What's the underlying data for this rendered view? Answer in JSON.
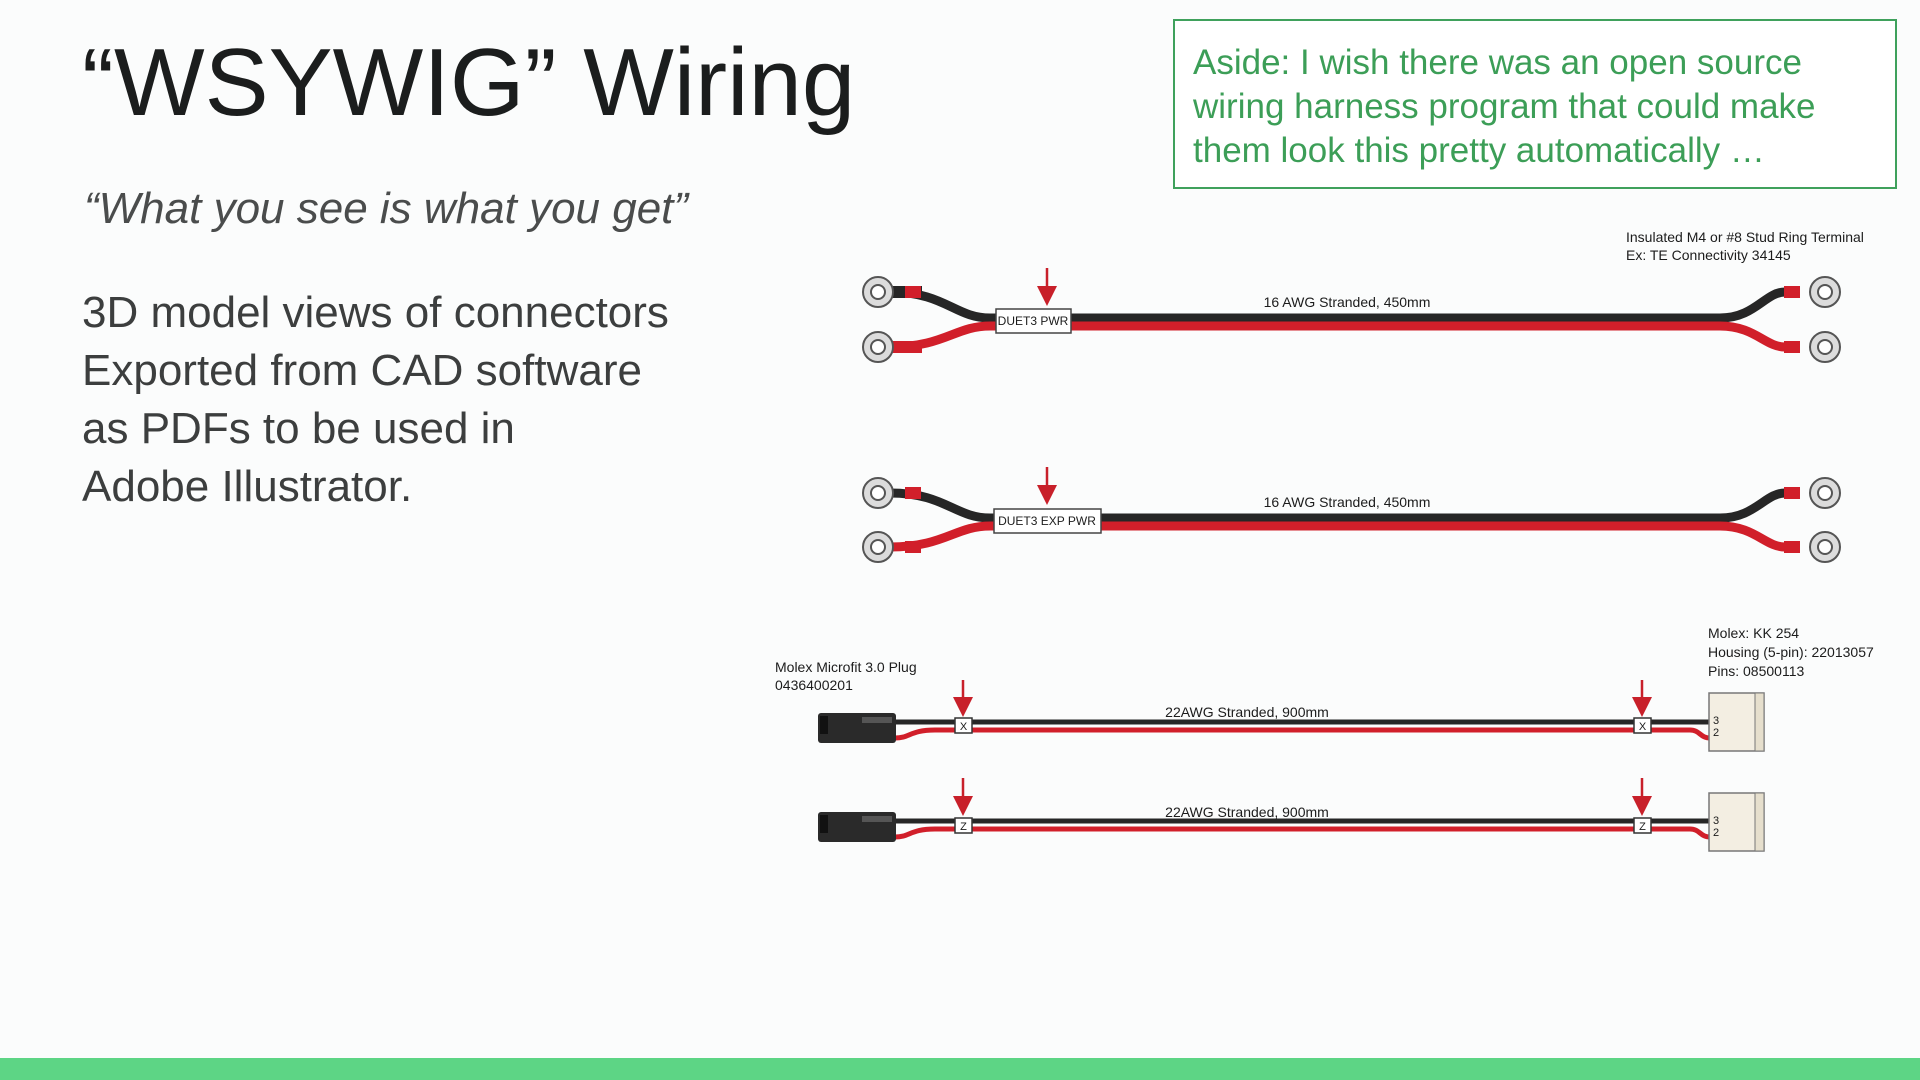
{
  "slide": {
    "title": "“WSYWIG” Wiring",
    "subtitle": "“What you see is what you get”",
    "body_lines": [
      "3D model views of connectors",
      "Exported from CAD software",
      "as PDFs to be used in",
      "Adobe Illustrator."
    ],
    "aside_lines": [
      "Aside: I wish there was an open source",
      "wiring harness program that could make",
      "them look this pretty automatically …"
    ]
  },
  "diagram": {
    "ring_terminal_note": [
      "Insulated M4 or #8 Stud Ring Terminal",
      "Ex: TE Connectivity 34145"
    ],
    "power_cables": [
      {
        "label": "DUET3 PWR",
        "wire_spec": "16 AWG Stranded, 450mm"
      },
      {
        "label": "DUET3 EXP PWR",
        "wire_spec": "16 AWG Stranded, 450mm"
      }
    ],
    "microfit_note": [
      "Molex Microfit 3.0 Plug",
      "0436400201"
    ],
    "kk_note": [
      "Molex: KK 254",
      "Housing (5-pin): 22013057",
      "Pins: 08500113"
    ],
    "signal_cables": [
      {
        "label": "X",
        "wire_spec": "22AWG Stranded, 900mm",
        "pin_labels": [
          "3",
          "2"
        ]
      },
      {
        "label": "Z",
        "wire_spec": "22AWG Stranded, 900mm",
        "pin_labels": [
          "3",
          "2"
        ]
      }
    ]
  },
  "colors": {
    "wire_red": "#d11f2a",
    "wire_black": "#262626",
    "accent_green": "#3fa15c",
    "footer_green": "#5dd585",
    "arrow_red": "#c8202a"
  }
}
